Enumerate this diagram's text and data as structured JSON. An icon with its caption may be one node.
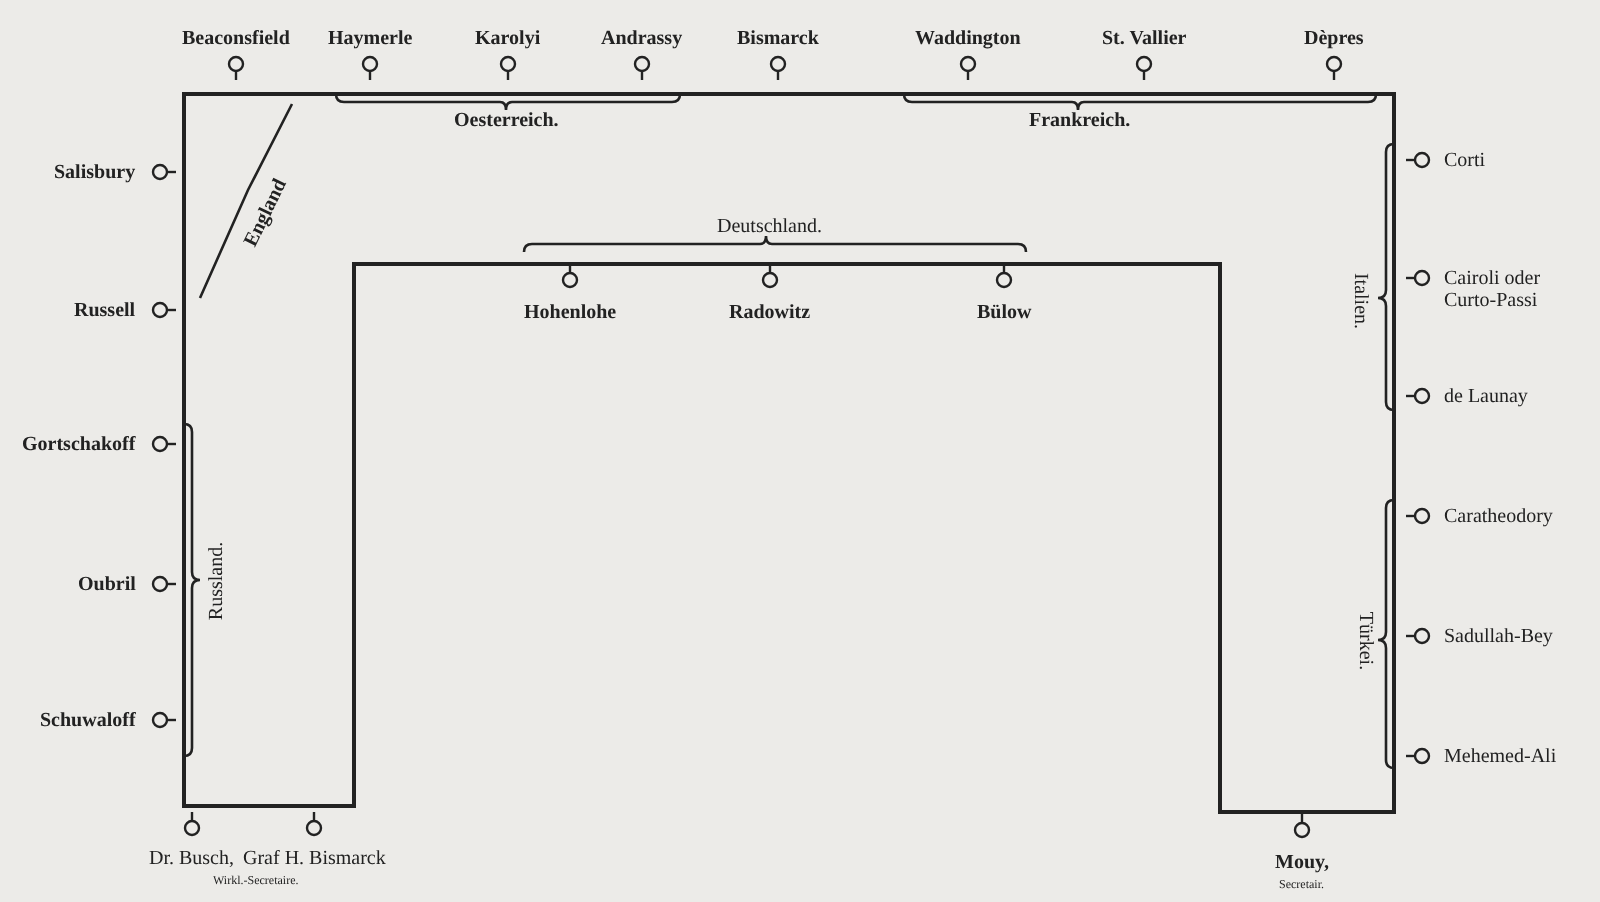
{
  "diagram": {
    "labels": [
      "Beaconsfield",
      "Haymerle",
      "Karolyi",
      "Andrassy",
      "Bismarck",
      "Waddington",
      "St. Vallier",
      "Dèpres",
      "Oesterreich.",
      "Frankreich.",
      "Salisbury",
      "Corti",
      "England",
      "Deutschland.",
      "Russell",
      "Hohenlohe",
      "Radowitz",
      "Bülow",
      "Italien.",
      "Cairoli oder Curto-Passi",
      "de Launay",
      "Gortschakoff",
      "Caratheodory",
      "Oubril",
      "Russland.",
      "Sadullah-Bey",
      "Türkei.",
      "Schuwaloff",
      "Mehemed-Ali",
      "Dr. Busch,",
      "Graf H. Bismarck",
      "Wirkl.-Secretaire.",
      "Mouy,",
      "Secretair."
    ]
  }
}
